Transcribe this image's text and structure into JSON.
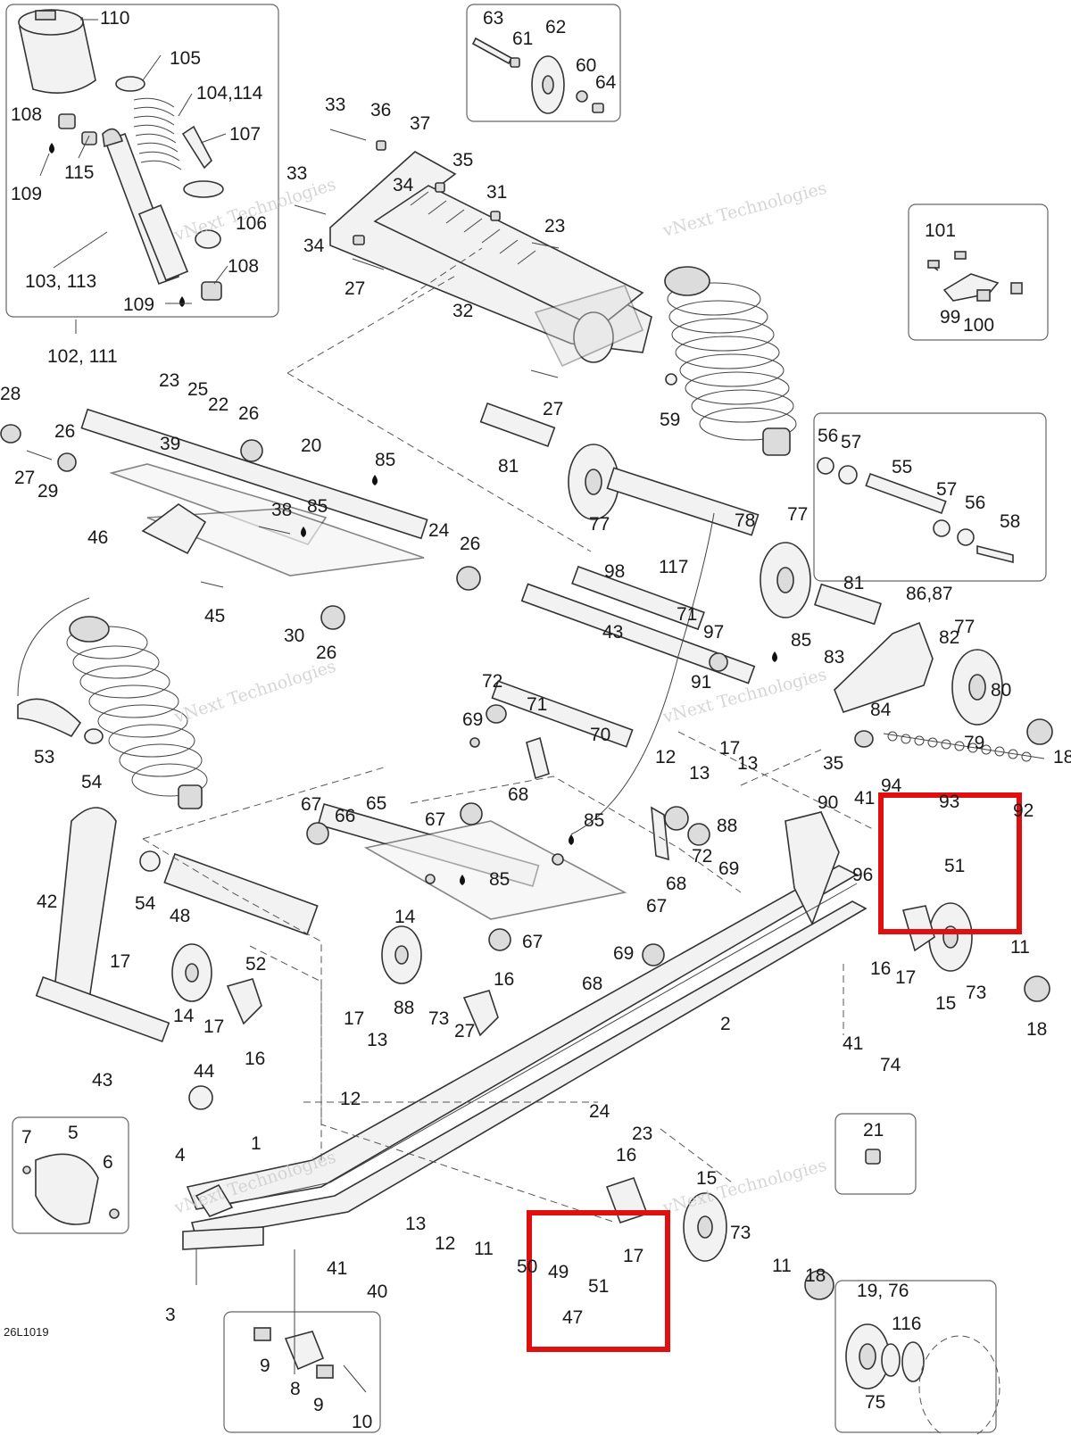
{
  "diagram_id": "26L1019",
  "watermark": "vNext Technologies",
  "highlight_color": "#e01010",
  "labels": {
    "l110": "110",
    "l105": "105",
    "l104_114": "104,114",
    "l108a": "108",
    "l107": "107",
    "l109a": "109",
    "l115": "115",
    "l106": "106",
    "l103_113": "103, 113",
    "l108b": "108",
    "l109b": "109",
    "l102_111": "102, 111",
    "l63": "63",
    "l61": "61",
    "l62": "62",
    "l60": "60",
    "l64": "64",
    "l33a": "33",
    "l36": "36",
    "l37": "37",
    "l35": "35",
    "l33b": "33",
    "l34a": "34",
    "l31": "31",
    "l23a": "23",
    "l34b": "34",
    "l27a": "27",
    "l32": "32",
    "l27b": "27",
    "l101": "101",
    "l99": "99",
    "l100": "100",
    "l28": "28",
    "l23b": "23",
    "l25": "25",
    "l22": "22",
    "l26a": "26",
    "l26b": "26",
    "l27c": "27",
    "l29": "29",
    "l39": "39",
    "l20": "20",
    "l85a": "85",
    "l38": "38",
    "l85b": "85",
    "l46": "46",
    "l24a": "24",
    "l26c": "26",
    "l45": "45",
    "l30": "30",
    "l26d": "26",
    "l81a": "81",
    "l77a": "77",
    "l59": "59",
    "l117": "117",
    "l78": "78",
    "l77b": "77",
    "l56a": "56",
    "l57a": "57",
    "l55": "55",
    "l57b": "57",
    "l56b": "56",
    "l58": "58",
    "l98": "98",
    "l81b": "81",
    "l86_87": "86,87",
    "l77c": "77",
    "l43a": "43",
    "l71a": "71",
    "l97": "97",
    "l85c": "85",
    "l82": "82",
    "l83": "83",
    "l91": "91",
    "l84": "84",
    "l80": "80",
    "l79": "79",
    "l53": "53",
    "l54a": "54",
    "l72a": "72",
    "l69a": "69",
    "l71b": "71",
    "l70": "70",
    "l12a": "12",
    "l13a": "13",
    "l17a": "17",
    "l13b": "13",
    "l35b": "35",
    "l94": "94",
    "l18a": "18",
    "l93": "93",
    "l92": "92",
    "l68a": "68",
    "l90": "90",
    "l41a": "41",
    "l51a": "51",
    "l96": "96",
    "l67a": "67",
    "l66": "66",
    "l65": "65",
    "l67b": "67",
    "l85d": "85",
    "l88a": "88",
    "l72b": "72",
    "l69b": "69",
    "l85e": "85",
    "l68b": "68",
    "l42": "42",
    "l54b": "54",
    "l48": "48",
    "l14a": "14",
    "l67c": "67",
    "l67d": "67",
    "l11a": "11",
    "l16a": "16",
    "l17b": "17",
    "l15a": "15",
    "l73a": "73",
    "l18b": "18",
    "l17c": "17",
    "l52": "52",
    "l69c": "69",
    "l68c": "68",
    "l14b": "14",
    "l17d": "17",
    "l16b": "16",
    "l16c": "16",
    "l17e": "17",
    "l88b": "88",
    "l73b": "73",
    "l27d": "27",
    "l13c": "13",
    "l2": "2",
    "l41b": "41",
    "l74": "74",
    "l43b": "43",
    "l44": "44",
    "l12b": "12",
    "l24b": "24",
    "l23c": "23",
    "l21": "21",
    "l7": "7",
    "l5": "5",
    "l6": "6",
    "l4": "4",
    "l1": "1",
    "l16d": "16",
    "l15b": "15",
    "l13d": "13",
    "l12c": "12",
    "l11b": "11",
    "l50": "50",
    "l49": "49",
    "l51b": "51",
    "l17f": "17",
    "l73c": "73",
    "l11c": "11",
    "l18c": "18",
    "l41c": "41",
    "l40": "40",
    "l47": "47",
    "l19_76": "19, 76",
    "l116": "116",
    "l75": "75",
    "l3": "3",
    "l9a": "9",
    "l8": "8",
    "l9b": "9",
    "l10": "10"
  }
}
